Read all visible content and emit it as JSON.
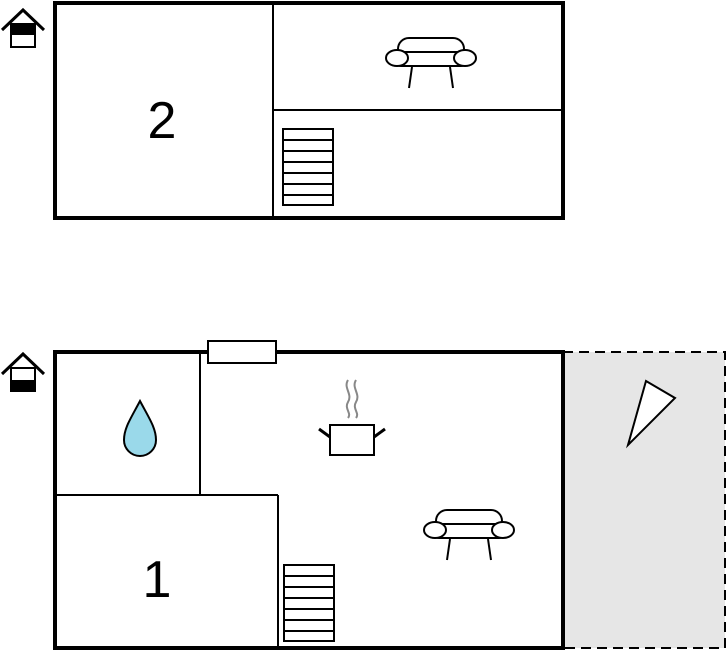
{
  "floors": [
    {
      "level_icon": "house-upper-floor-icon",
      "rooms": [
        {
          "label": "2"
        }
      ],
      "furniture": [
        "sofa-icon",
        "staircase-icon"
      ]
    },
    {
      "level_icon": "house-ground-floor-icon",
      "rooms": [
        {
          "label": "1"
        }
      ],
      "furniture": [
        "water-drop-icon",
        "cooking-pot-icon",
        "sofa-icon",
        "staircase-icon",
        "window",
        "terrace",
        "terrace-pointer-icon"
      ]
    }
  ],
  "colors": {
    "wall": "#000000",
    "water": "#9ad9ea",
    "terrace": "#e6e6e6",
    "steam": "#888888"
  }
}
